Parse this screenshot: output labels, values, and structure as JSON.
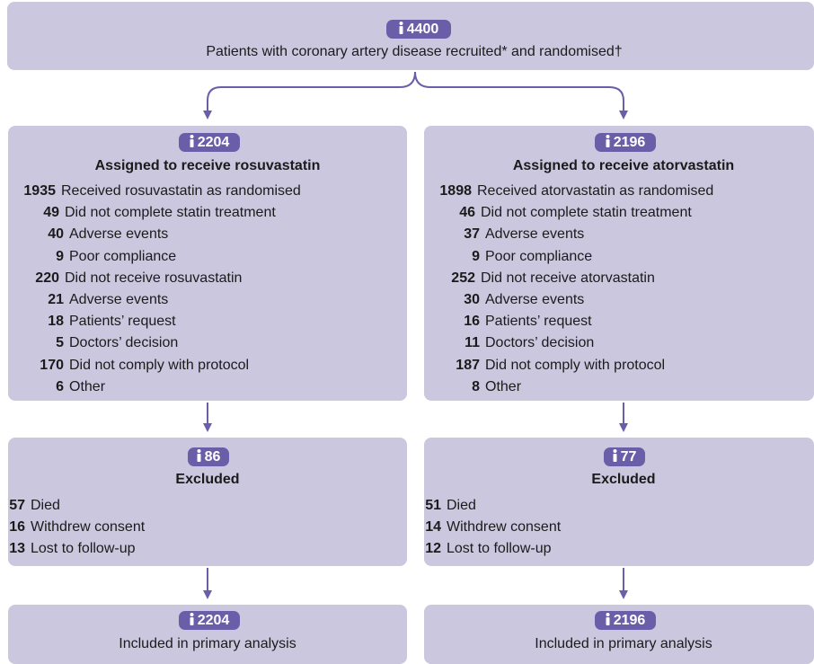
{
  "top": {
    "count": "4400",
    "label": "Patients with coronary artery disease recruited* and randomised†"
  },
  "arms": [
    {
      "assigned": {
        "count": "2204",
        "title": "Assigned to receive rosuvastatin",
        "rows": [
          {
            "n": "1935",
            "label": "Received rosuvastatin as randomised",
            "level": 0
          },
          {
            "n": "49",
            "label": "Did not complete statin treatment",
            "level": 1
          },
          {
            "n": "40",
            "label": "Adverse events",
            "level": 2
          },
          {
            "n": "9",
            "label": "Poor compliance",
            "level": 2
          },
          {
            "n": "220",
            "label": "Did not receive rosuvastatin",
            "level": 1
          },
          {
            "n": "21",
            "label": "Adverse events",
            "level": 2
          },
          {
            "n": "18",
            "label": "Patients’ request",
            "level": 2
          },
          {
            "n": "5",
            "label": "Doctors’ decision",
            "level": 2
          },
          {
            "n": "170",
            "label": "Did not comply with protocol",
            "level": 2
          },
          {
            "n": "6",
            "label": "Other",
            "level": 2
          }
        ]
      },
      "excluded": {
        "count": "86",
        "title": "Excluded",
        "rows": [
          {
            "n": "57",
            "label": "Died"
          },
          {
            "n": "16",
            "label": "Withdrew consent"
          },
          {
            "n": "13",
            "label": "Lost to follow-up"
          }
        ]
      },
      "included": {
        "count": "2204",
        "label": "Included in primary analysis"
      }
    },
    {
      "assigned": {
        "count": "2196",
        "title": "Assigned to receive atorvastatin",
        "rows": [
          {
            "n": "1898",
            "label": "Received atorvastatin as randomised",
            "level": 0
          },
          {
            "n": "46",
            "label": "Did not complete statin treatment",
            "level": 1
          },
          {
            "n": "37",
            "label": "Adverse events",
            "level": 2
          },
          {
            "n": "9",
            "label": "Poor compliance",
            "level": 2
          },
          {
            "n": "252",
            "label": "Did not receive atorvastatin",
            "level": 1
          },
          {
            "n": "30",
            "label": "Adverse events",
            "level": 2
          },
          {
            "n": "16",
            "label": "Patients’ request",
            "level": 2
          },
          {
            "n": "11",
            "label": "Doctors’ decision",
            "level": 2
          },
          {
            "n": "187",
            "label": "Did not comply with protocol",
            "level": 2
          },
          {
            "n": "8",
            "label": "Other",
            "level": 2
          }
        ]
      },
      "excluded": {
        "count": "77",
        "title": "Excluded",
        "rows": [
          {
            "n": "51",
            "label": "Died"
          },
          {
            "n": "14",
            "label": "Withdrew consent"
          },
          {
            "n": "12",
            "label": "Lost to follow-up"
          }
        ]
      },
      "included": {
        "count": "2196",
        "label": "Included in primary analysis"
      }
    }
  ],
  "icons": {
    "badge_icon": "person-icon"
  },
  "colors": {
    "box_fill": "#cbc7df",
    "badge_fill": "#6a5ea8",
    "arrow": "#6a5ea8",
    "text": "#1b1b1b"
  }
}
